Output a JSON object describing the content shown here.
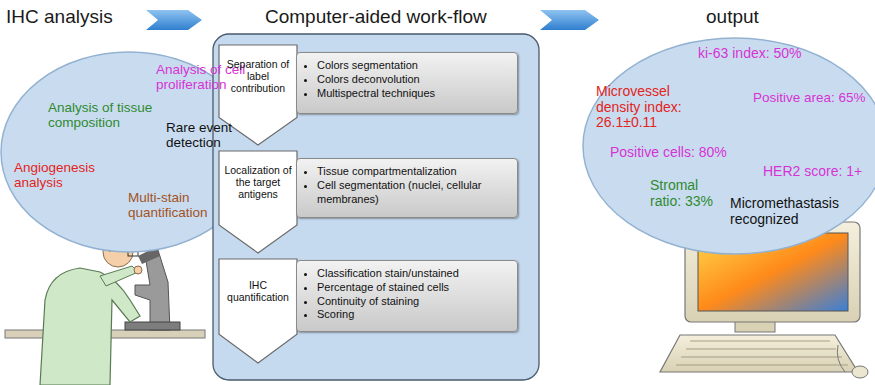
{
  "diagram": {
    "nodes": [
      {
        "text": [
          "IHC analysis",
          "Analysis of cell proliferation",
          "Analysis of tissue composition",
          "Rare event detection",
          "Angiogenesis analysis",
          "Multi-stain quantification"
        ]
      },
      {
        "text": [
          "Computer-aided work-flow"
        ]
      },
      {
        "text": [
          "Separation of label contribution"
        ],
        "in": 1
      },
      {
        "text": [
          "Colors segmentation",
          "Colors deconvolution",
          "Multispectral techniques"
        ],
        "in": 1
      },
      {
        "text": [
          "Localization of the target antigens"
        ],
        "in": 1
      },
      {
        "text": [
          "Tissue compartmentalization",
          "Cell segmentation (nuclei, cellular membranes)"
        ],
        "in": 1
      },
      {
        "text": [
          "IHC quantification"
        ],
        "in": 1
      },
      {
        "text": [
          "Classification stain/unstained",
          "Percentage of stained cells",
          "Continuity of staining",
          "Scoring"
        ],
        "in": 1
      },
      {
        "text": [
          "output",
          "Microvessel density index: 26.1±0.11",
          "ki-63 index: 50%",
          "Positive area: 65%",
          "Positive cells: 80%",
          "HER2 score: 1+",
          "Stromal ratio: 33%",
          "Micromethastasis recognized"
        ]
      }
    ]
  }
}
